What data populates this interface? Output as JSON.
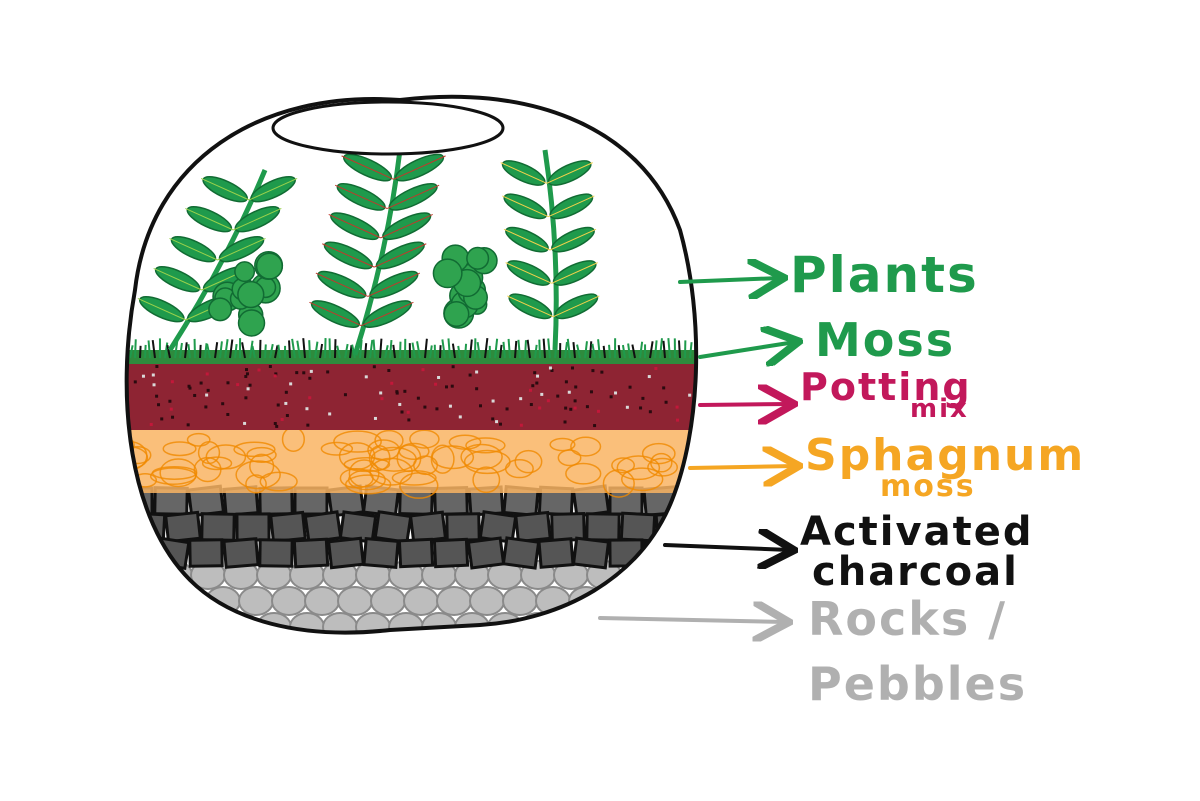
{
  "labels": {
    "plants": {
      "line1": "Plants",
      "line2": "",
      "color": "#1f9a4c"
    },
    "moss": {
      "line1": "Moss",
      "line2": "",
      "color": "#1f9a4c"
    },
    "potting": {
      "line1": "Potting",
      "line2": "mix",
      "color": "#c2185b"
    },
    "sphagnum": {
      "line1": "Sphagnum",
      "line2": "moss",
      "color": "#f5a623"
    },
    "charcoal": {
      "line1": "Activated",
      "line2": "charcoal",
      "color": "#111111"
    },
    "rocks": {
      "line1": "Rocks /",
      "line2": "Pebbles",
      "color": "#b0b0b0"
    }
  },
  "colors": {
    "outline": "#111111",
    "leaf": "#1f9a4c",
    "soil": "#8e2433",
    "sphagnum": "#f7a941",
    "charcoal": "#555555",
    "pebble": "#bdbdbd"
  }
}
